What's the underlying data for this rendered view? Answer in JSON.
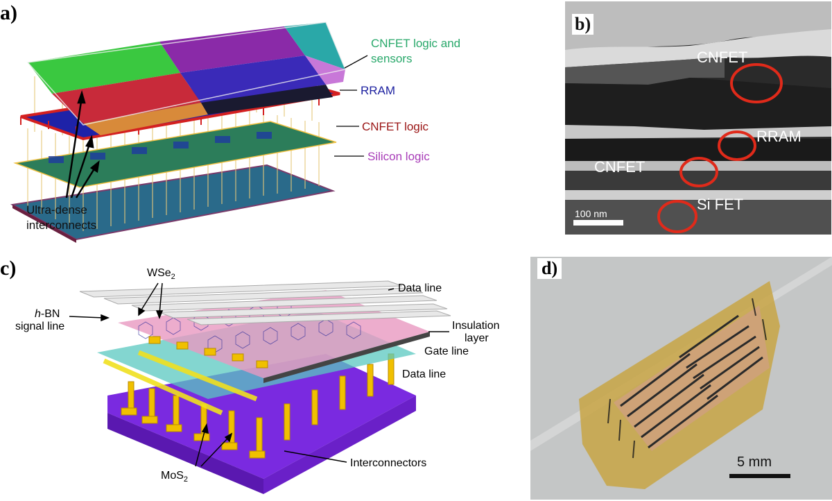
{
  "panel_a": {
    "label": "a)",
    "annotations": {
      "cnfet_logic_sensors_1": "CNFET logic and",
      "cnfet_logic_sensors_2": "sensors",
      "rram": "RRAM",
      "cnfet_logic": "CNFET logic",
      "silicon_logic": "Silicon logic",
      "interconnects_1": "Ultra-dense",
      "interconnects_2": "interconnects"
    },
    "colors": {
      "cnfet_sensors": "#28a86a",
      "rram": "#1e22a0",
      "cnfet_logic": "#9a1414",
      "silicon_logic": "#a83cb8"
    }
  },
  "panel_b": {
    "label": "b)",
    "annotations": {
      "cnfet_top": "CNFET",
      "rram": "RRAM",
      "cnfet_mid": "CNFET",
      "si_fet": "Si FET",
      "scale": "100 nm"
    }
  },
  "panel_c": {
    "label": "c)",
    "annotations": {
      "wse2": "WSe",
      "wse2_sub": "2",
      "hbn_italic": "h",
      "hbn_rest": "-BN",
      "signal_line": "signal line",
      "data_line_top": "Data line",
      "insulation_1": "Insulation",
      "insulation_2": "layer",
      "gate_line": "Gate line",
      "data_line_mid": "Data line",
      "mos2": "MoS",
      "mos2_sub": "2",
      "interconnectors": "Interconnectors"
    }
  },
  "panel_d": {
    "label": "d)",
    "annotations": {
      "scale": "5 mm"
    }
  }
}
